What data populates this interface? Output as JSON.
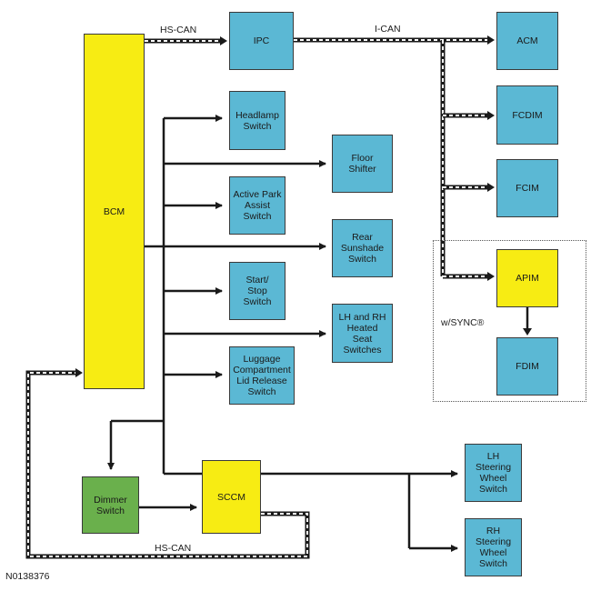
{
  "colors": {
    "module": "#5bb8d4",
    "controller": "#f7ec13",
    "dimmer": "#6ab04c",
    "line": "#1a1a1a"
  },
  "nodes": {
    "bcm": "BCM",
    "ipc": "IPC",
    "acm": "ACM",
    "fcdim": "FCDIM",
    "fcim": "FCIM",
    "apim": "APIM",
    "fdim": "FDIM",
    "headlamp_switch": "Headlamp\nSwitch",
    "floor_shifter": "Floor\nShifter",
    "active_park_assist_switch": "Active Park\nAssist\nSwitch",
    "rear_sunshade_switch": "Rear\nSunshade\nSwitch",
    "start_stop_switch": "Start/\nStop\nSwitch",
    "heated_seat_switches": "LH and RH\nHeated\nSeat\nSwitches",
    "luggage_release_switch": "Luggage\nCompartment\nLid Release\nSwitch",
    "dimmer_switch": "Dimmer\nSwitch",
    "sccm": "SCCM",
    "lh_steering_wheel_switch": "LH\nSteering\nWheel\nSwitch",
    "rh_steering_wheel_switch": "RH\nSteering\nWheel\nSwitch"
  },
  "labels": {
    "hs_can_top": "HS-CAN",
    "i_can": "I-CAN",
    "hs_can_bottom": "HS-CAN",
    "sync_option": "w/SYNC®",
    "figure_id": "N0138376"
  }
}
